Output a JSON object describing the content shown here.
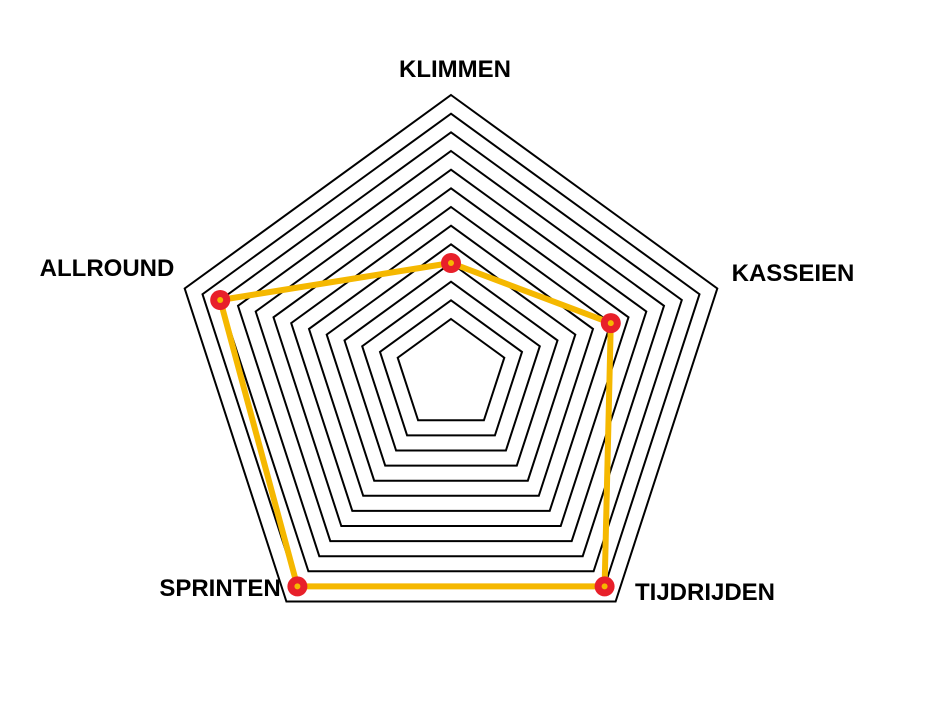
{
  "chart_data": {
    "type": "radar",
    "categories": [
      "KLIMMEN",
      "KASSEIEN",
      "TIJDRIJDEN",
      "SPRINTEN",
      "ALLROUND"
    ],
    "values": [
      6,
      9,
      14,
      14,
      13
    ],
    "rmax": 15,
    "grid_levels": [
      3,
      4,
      5,
      6,
      7,
      8,
      9,
      10,
      11,
      12,
      13,
      14,
      15
    ],
    "colors": {
      "grid": "#000000",
      "series_line": "#f5b800",
      "marker_outer": "#e8202a",
      "marker_inner": "#f5b800"
    }
  }
}
